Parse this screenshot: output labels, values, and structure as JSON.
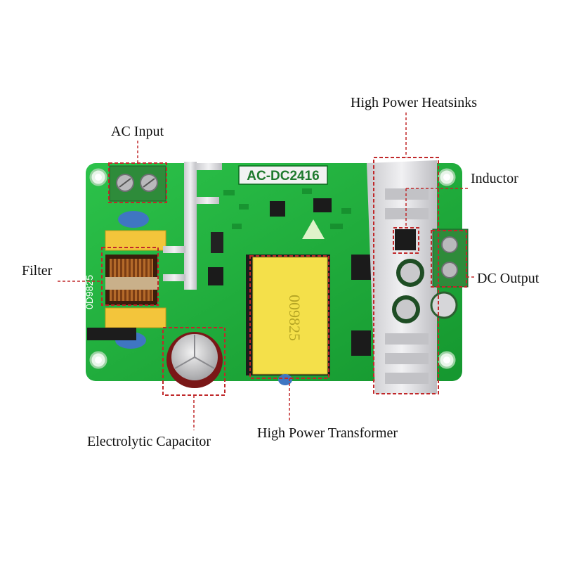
{
  "image": {
    "board_model": "AC-DC2416",
    "transformer_marking": "009825",
    "side_marking": "0D9825"
  },
  "labels": {
    "ac_input": "AC Input",
    "heatsinks": "High Power Heatsinks",
    "inductor": "Inductor",
    "filter": "Filter",
    "dc_output": "DC Output",
    "capacitor": "Electrolytic Capacitor",
    "transformer": "High Power Transformer"
  },
  "colors": {
    "pcb": "#1fae3a",
    "pcb_dark": "#138a2a",
    "callout": "#c0282a",
    "terminal": "#2e8b3a",
    "transformer": "#f4e04a",
    "heatsink": "#d9d9dc"
  }
}
